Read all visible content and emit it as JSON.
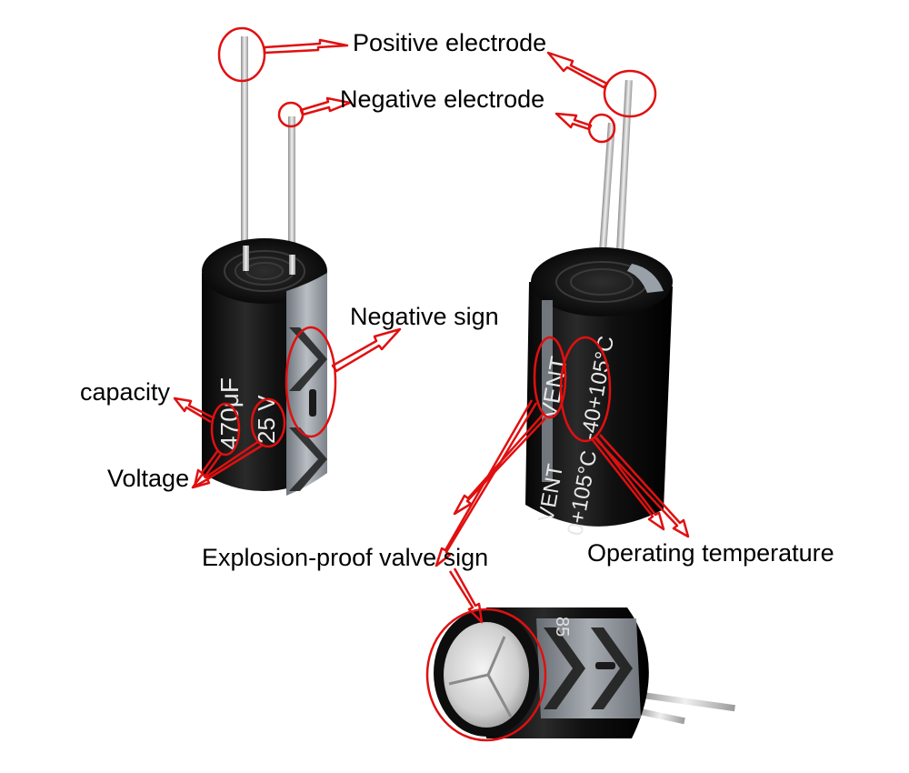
{
  "labels": {
    "positive_electrode": "Positive electrode",
    "negative_electrode": "Negative electrode",
    "negative_sign": "Negative sign",
    "capacity": "capacity",
    "voltage": "Voltage",
    "explosion_proof_valve_sign": "Explosion-proof valve sign",
    "operating_temperature": "Operating temperature"
  },
  "capacitor_1": {
    "capacity_marking": "470μF",
    "voltage_marking": "25 V"
  },
  "capacitor_2": {
    "vent_marking": "VENT",
    "temp_marking": "-40+105°C",
    "vent_marking_2": "VENT",
    "temp_marking_2": "0+105°C"
  },
  "capacitor_3": {
    "sleeve_marking": "85"
  },
  "colors": {
    "annotation": "#e01010",
    "capacitor_body": "#141414",
    "sleeve_band": "#9aa0a8",
    "lead": "#c8c8c8"
  }
}
